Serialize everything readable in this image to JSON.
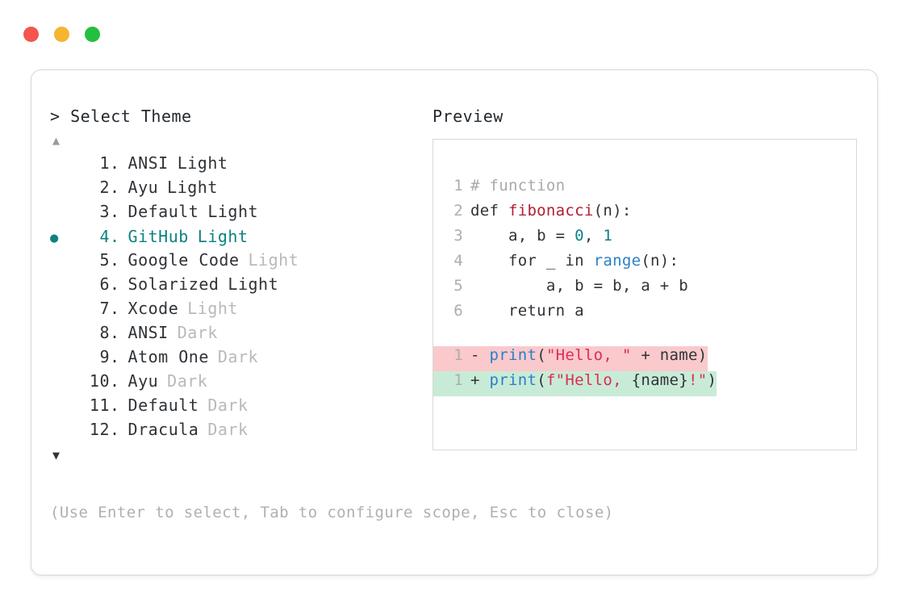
{
  "window": {
    "dots": [
      {
        "name": "close",
        "color": "#f4554f"
      },
      {
        "name": "minimize",
        "color": "#f6b430"
      },
      {
        "name": "maximize",
        "color": "#22c03c"
      }
    ]
  },
  "left_pane": {
    "prompt": "> Select Theme",
    "scroll_up_icon": "▲",
    "scroll_down_icon": "▼",
    "selected_index": 4,
    "selected_bullet": "●",
    "accent_color": "#0f8182",
    "themes": [
      {
        "num": "1",
        "name": "ANSI",
        "variant": "Light",
        "variant_dim": false
      },
      {
        "num": "2",
        "name": "Ayu",
        "variant": "Light",
        "variant_dim": false
      },
      {
        "num": "3",
        "name": "Default",
        "variant": "Light",
        "variant_dim": false
      },
      {
        "num": "4",
        "name": "GitHub",
        "variant": "Light",
        "variant_dim": false
      },
      {
        "num": "5",
        "name": "Google Code",
        "variant": "Light",
        "variant_dim": true
      },
      {
        "num": "6",
        "name": "Solarized",
        "variant": "Light",
        "variant_dim": false
      },
      {
        "num": "7",
        "name": "Xcode",
        "variant": "Light",
        "variant_dim": true
      },
      {
        "num": "8",
        "name": "ANSI",
        "variant": "Dark",
        "variant_dim": true
      },
      {
        "num": "9",
        "name": "Atom One",
        "variant": "Dark",
        "variant_dim": true
      },
      {
        "num": "10",
        "name": "Ayu",
        "variant": "Dark",
        "variant_dim": true
      },
      {
        "num": "11",
        "name": "Default",
        "variant": "Dark",
        "variant_dim": true
      },
      {
        "num": "12",
        "name": "Dracula",
        "variant": "Dark",
        "variant_dim": true
      }
    ],
    "footer_hint": "(Use Enter to select, Tab to configure scope, Esc to close)"
  },
  "right_pane": {
    "title": "Preview",
    "code_lines": [
      {
        "ln": "1",
        "tokens": [
          {
            "t": "# function",
            "c": "comment"
          }
        ]
      },
      {
        "ln": "2",
        "tokens": [
          {
            "t": "def ",
            "c": "plain"
          },
          {
            "t": "fibonacci",
            "c": "func"
          },
          {
            "t": "(n):",
            "c": "plain"
          }
        ]
      },
      {
        "ln": "3",
        "tokens": [
          {
            "t": "    a, b = ",
            "c": "plain"
          },
          {
            "t": "0",
            "c": "num"
          },
          {
            "t": ", ",
            "c": "plain"
          },
          {
            "t": "1",
            "c": "num"
          }
        ]
      },
      {
        "ln": "4",
        "tokens": [
          {
            "t": "    for _ in ",
            "c": "plain"
          },
          {
            "t": "range",
            "c": "builtin"
          },
          {
            "t": "(n):",
            "c": "plain"
          }
        ]
      },
      {
        "ln": "5",
        "tokens": [
          {
            "t": "        a, b = b, a + b",
            "c": "plain"
          }
        ]
      },
      {
        "ln": "6",
        "tokens": [
          {
            "t": "    return a",
            "c": "plain"
          }
        ]
      }
    ],
    "diff_lines": [
      {
        "ln": "1",
        "kind": "del",
        "bg": "#f9c9cc",
        "tokens": [
          {
            "t": "- ",
            "c": "plain"
          },
          {
            "t": "print",
            "c": "builtin"
          },
          {
            "t": "(",
            "c": "plain"
          },
          {
            "t": "\"Hello, \"",
            "c": "str"
          },
          {
            "t": " + name)",
            "c": "plain"
          }
        ]
      },
      {
        "ln": "1",
        "kind": "add",
        "bg": "#c8ebd7",
        "tokens": [
          {
            "t": "+ ",
            "c": "plain"
          },
          {
            "t": "print",
            "c": "builtin"
          },
          {
            "t": "(",
            "c": "plain"
          },
          {
            "t": "f\"Hello, ",
            "c": "str"
          },
          {
            "t": "{name}",
            "c": "plain"
          },
          {
            "t": "!\"",
            "c": "str"
          },
          {
            "t": ")",
            "c": "plain"
          }
        ]
      }
    ]
  }
}
